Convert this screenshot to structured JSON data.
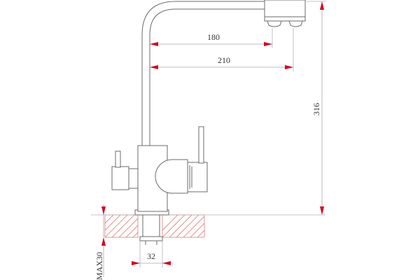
{
  "drawing": {
    "dimensions": {
      "d180": "180",
      "d210": "210",
      "d316": "316",
      "d32": "32",
      "max30": "MAX30"
    },
    "colors": {
      "arrow": "#d6001c",
      "hatch": "#e07a7a",
      "outline": "#6b6b6b",
      "dimension_line": "#a8a8a8"
    }
  }
}
